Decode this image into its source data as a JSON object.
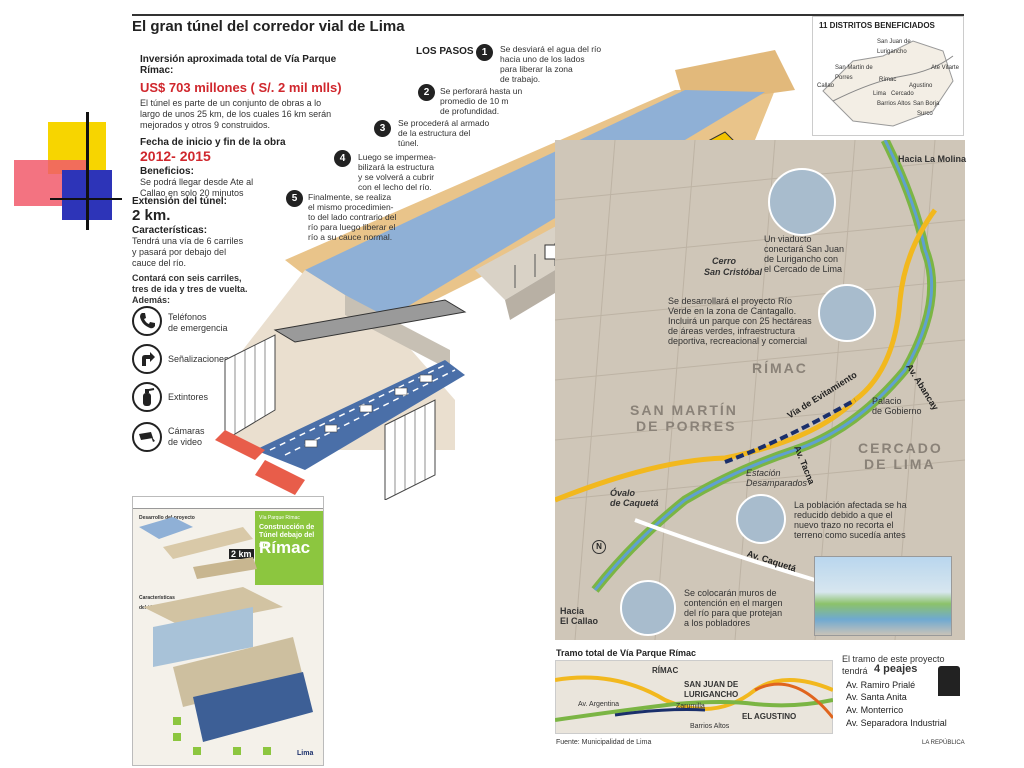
{
  "title": "El gran túnel del corredor vial de Lima",
  "investment": {
    "heading": "Inversión aproximada total de Vía Parque Rímac:",
    "amount": "US$ 703 millones ( S/. 2 mil mlls)",
    "desc_lines": [
      "El túnel es parte de un conjunto de obras a lo",
      "largo de unos 25 km, de los cuales 16 km serán",
      "mejorados y otros 9 construidos."
    ]
  },
  "dates": {
    "heading": "Fecha de inicio y fin de la obra",
    "value": "2012- 2015",
    "benefits_heading": "Beneficios:",
    "benefits_lines": [
      "Se podrá llegar desde Ate al",
      "Callao en solo 20 minutos"
    ]
  },
  "tunnel": {
    "extension_heading": "Extensión del túnel:",
    "extension_value": "2 km.",
    "features_heading": "Características:",
    "features_lines": [
      "Tendrá una vía de 6 carriles",
      "y pasará por debajo del",
      "cauce del río."
    ],
    "lanes_lines": [
      "Contará con seis carriles,",
      "tres de ida y tres de vuelta.",
      "Además:"
    ]
  },
  "amenities": [
    {
      "icon": "phone-icon",
      "lines": [
        "Teléfonos",
        "de emergencia"
      ]
    },
    {
      "icon": "sign-arrow-icon",
      "lines": [
        "Señalizaciones"
      ]
    },
    {
      "icon": "extinguisher-icon",
      "lines": [
        "Extintores"
      ]
    },
    {
      "icon": "camera-icon",
      "lines": [
        "Cámaras",
        "de video"
      ]
    }
  ],
  "steps": {
    "heading": "LOS PASOS",
    "items": [
      {
        "num": "1",
        "lines": [
          "Se desviará el agua del río",
          "hacia uno de los lados",
          "para liberar la zona",
          "de trabajo."
        ]
      },
      {
        "num": "2",
        "lines": [
          "Se perforará hasta un",
          "promedio de 10 m",
          "de profundidad."
        ]
      },
      {
        "num": "3",
        "lines": [
          "Se procederá al armado",
          "de la estructura del",
          "túnel."
        ]
      },
      {
        "num": "4",
        "lines": [
          "Luego se impermea-",
          "bilizará la estructura",
          "y se volverá a cubrir",
          "con el lecho del río."
        ]
      },
      {
        "num": "5",
        "lines": [
          "Finalmente, se realiza",
          "el mismo procedimien-",
          "to del lado contrario del",
          "río para luego liberar el",
          "río a su cauce normal."
        ]
      }
    ]
  },
  "districts_box": {
    "heading": "11 DISTRITOS BENEFICIADOS",
    "labels": [
      "San Juan de Lurigancho",
      "San Martín de Porres",
      "Callao",
      "Rímac",
      "Ate Vitarte",
      "Lima",
      "Cercado",
      "Agustino",
      "Barrios Altos",
      "San Borja",
      "Surco"
    ]
  },
  "map": {
    "hacia_molina": "Hacia La Molina",
    "cerro": [
      "Cerro",
      "San Cristóbal"
    ],
    "viaduct_lines": [
      "Un viaducto",
      "conectará San Juan",
      "de Lurigancho con",
      "el Cercado de Lima"
    ],
    "rio_verde_lines": [
      "Se desarrollará el proyecto Río",
      "Verde en la zona de Cantagallo.",
      "Incluirá un parque con 25 hectáreas",
      "de áreas verdes, infraestructura",
      "deportiva, recreacional y comercial"
    ],
    "rimac": "RÍMAC",
    "smp": [
      "SAN MARTÍN",
      "DE PORRES"
    ],
    "cercado": [
      "CERCADO",
      "DE LIMA"
    ],
    "evitamiento": "Vía de Evitamiento",
    "abancay": "Av. Abancay",
    "palacio": [
      "Palacio",
      "de Gobierno"
    ],
    "tacna": "Av. Tacna",
    "estacion": [
      "Estación",
      "Desamparados"
    ],
    "ovalo": [
      "Óvalo",
      "de Caquetá"
    ],
    "caqueta": "Av. Caquetá",
    "afectada_lines": [
      "La población afectada se ha",
      "reducido debido a que el",
      "nuevo trazo no recorta el",
      "terreno como sucedía antes"
    ],
    "muros_lines": [
      "Se colocarán muros de",
      "contención en el margen",
      "del río para que protejan",
      "a los pobladores"
    ],
    "hacia_callao": [
      "Hacia",
      "El Callao"
    ]
  },
  "bottom_map": {
    "heading": "Tramo total de Vía Parque Rímac",
    "rimac": "RÍMAC",
    "sjl": [
      "SAN JUAN DE",
      "LURIGANCHO"
    ],
    "agustino": "EL AGUSTINO",
    "argentina": "Av. Argentina",
    "zarumilla": "Zarumilla",
    "barrios_altos": "Barrios Altos",
    "source": "Fuente: Municipalidad de Lima"
  },
  "peajes": {
    "intro_lines": [
      "El tramo de este proyecto",
      "tendrá"
    ],
    "count": "4 peajes",
    "items": [
      "Av. Ramiro Prialé",
      "Av. Santa Anita",
      "Av. Monterrico",
      "Av. Separadora Industrial"
    ]
  },
  "credit": "LA REPÚBLICA",
  "thumbnail": {
    "title_lines": [
      "Construcción de",
      "Túnel debajo del río"
    ],
    "big": "Rímac",
    "km": "2 km",
    "sub": "Vía Parque Rímac",
    "section1": "Desarrollo del proyecto",
    "section2": "Características del túnel",
    "logo": "Lima"
  },
  "colors": {
    "river_blue": "#8fb0d6",
    "road_yellow": "#f2b81e",
    "road_green": "#7bb544",
    "map_bg": "#cfc6b8",
    "accent_red": "#d0272d",
    "thumb_green": "#8cc63f"
  }
}
